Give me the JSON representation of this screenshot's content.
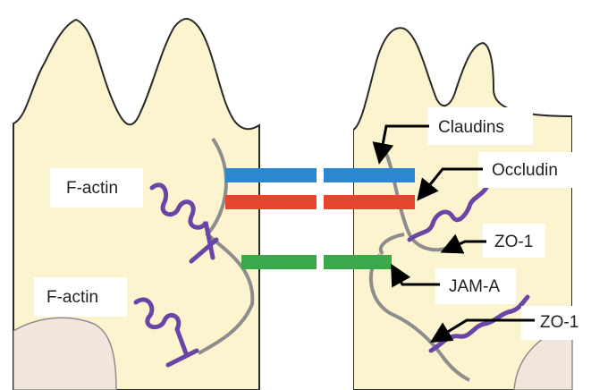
{
  "colors": {
    "cell_fill": "#fbf4cf",
    "cell_outline": "#2a2a2a",
    "nucleus_fill": "#f2e6dc",
    "plaque_line": "#8d8d8d",
    "actin": "#6a44a6",
    "claudin": "#2b88cf",
    "occludin": "#e8452f",
    "jam": "#3aa94a",
    "arrow": "#000000"
  },
  "labels": {
    "claudins": "Claudins",
    "occludin": "Occludin",
    "zo1_top": "ZO-1",
    "jam_a": "JAM-A",
    "zo1_bottom": "ZO-1",
    "factin_top": "F-actin",
    "factin_bottom": "F-actin"
  }
}
